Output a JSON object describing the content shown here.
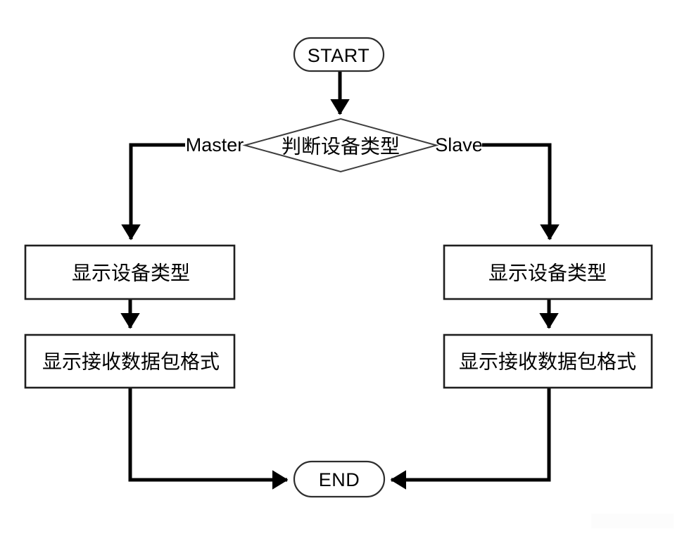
{
  "flowchart": {
    "start": {
      "label": "START"
    },
    "decision": {
      "label": "判断设备类型"
    },
    "branches": {
      "left_label": "Master",
      "right_label": "Slave"
    },
    "left": {
      "step1": "显示设备类型",
      "step2": "显示接收数据包格式"
    },
    "right": {
      "step1": "显示设备类型",
      "step2": "显示接收数据包格式"
    },
    "end": {
      "label": "END"
    }
  },
  "colors": {
    "connector": "#000000",
    "shape_border": "#2e2e2e",
    "shape_fill": "#ffffff",
    "text": "#000000",
    "background": "#ffffff"
  }
}
